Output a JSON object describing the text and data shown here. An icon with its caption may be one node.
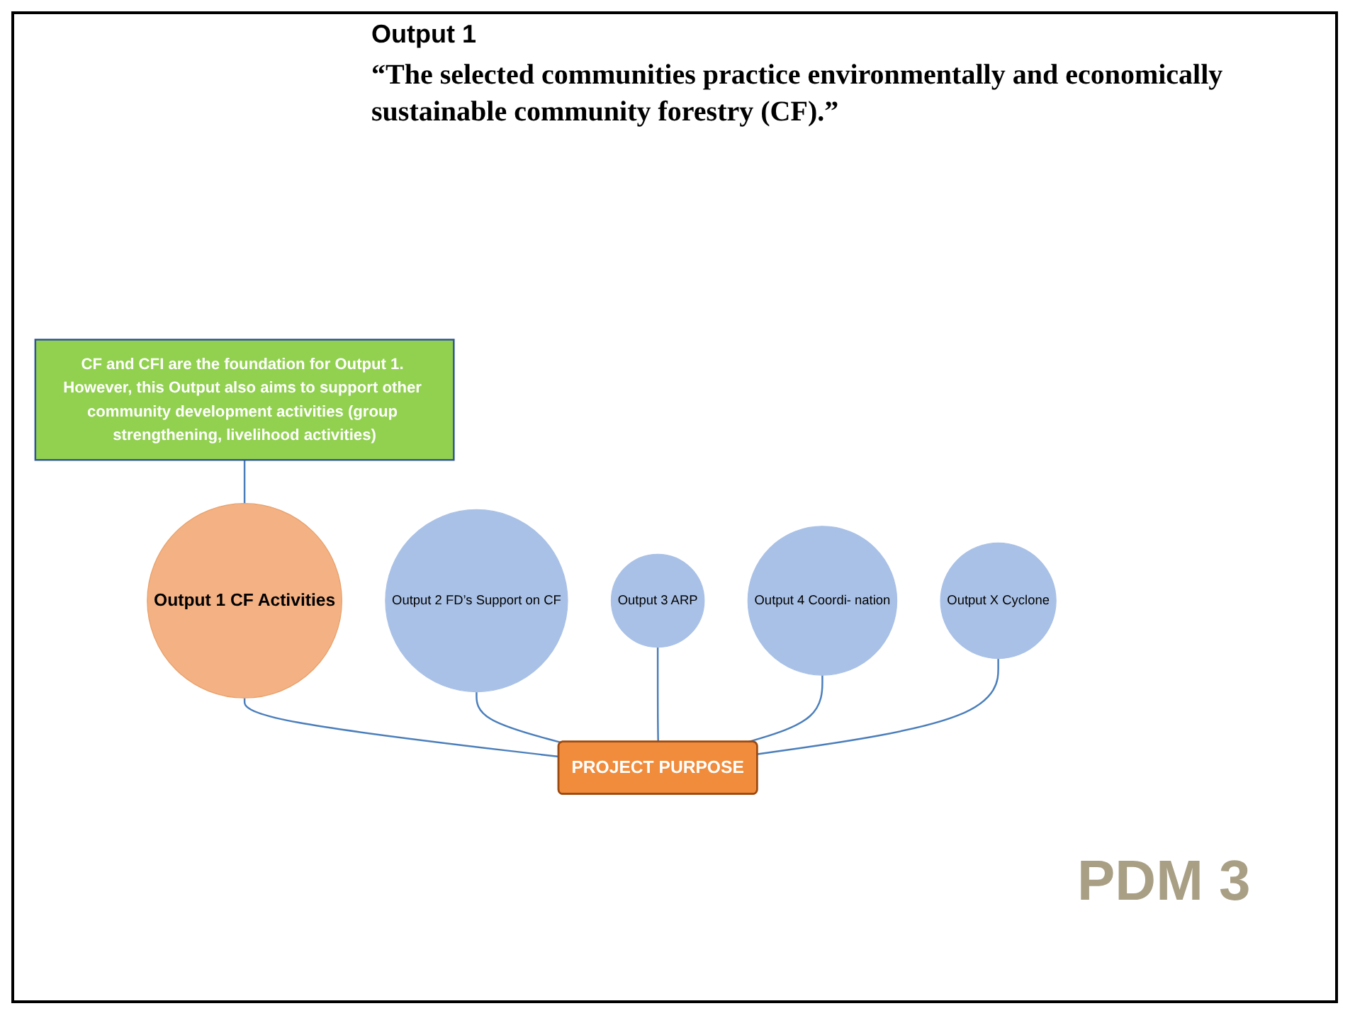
{
  "diagram": {
    "title": "Output 1",
    "nodes": [
      {
        "text": [
          "Output 1 CF Activities"
        ]
      },
      {
        "text": [
          "CF and CFI are the foundation for Output 1. However, this Output also aims to support other community development activities (group strengthening, livelihood activities)"
        ]
      },
      {
        "text": [
          "Output 2 FD’s Support on CF"
        ]
      },
      {
        "text": [
          "Output 3 ARP"
        ]
      },
      {
        "text": [
          "Output 4 Coordi- nation"
        ]
      },
      {
        "text": [
          "Output X Cyclone"
        ]
      },
      {
        "text": [
          "PROJECT PURPOSE"
        ]
      }
    ],
    "edges": [
      {
        "from": 1,
        "to": 0,
        "arrow": "none"
      },
      {
        "from": 0,
        "to": 6,
        "arrow": "none"
      },
      {
        "from": 2,
        "to": 6,
        "arrow": "none"
      },
      {
        "from": 3,
        "to": 6,
        "arrow": "none"
      },
      {
        "from": 4,
        "to": 6,
        "arrow": "none"
      },
      {
        "from": 5,
        "to": 6,
        "arrow": "none"
      }
    ],
    "labels": [
      "“The selected communities practice environmentally and economically sustainable community forestry (CF).”",
      "PDM 3"
    ]
  }
}
